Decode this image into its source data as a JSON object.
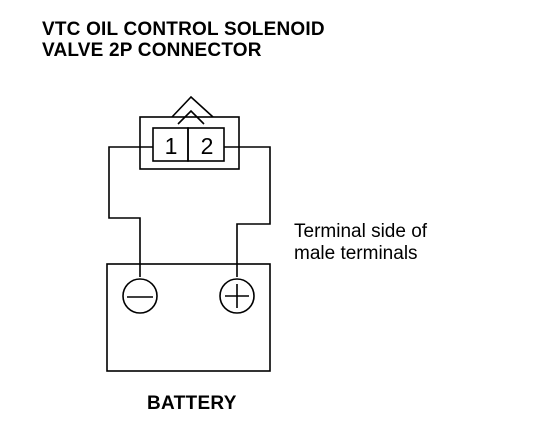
{
  "title": {
    "line1": "VTC OIL CONTROL SOLENOID",
    "line2": "VALVE 2P CONNECTOR"
  },
  "connector": {
    "pin1": "1",
    "pin2": "2"
  },
  "note": {
    "line1": "Terminal side of",
    "line2": "male terminals"
  },
  "battery": {
    "label": "BATTERY"
  },
  "icons": {
    "negative_terminal": "minus-icon",
    "positive_terminal": "plus-icon"
  },
  "colors": {
    "line": "#000000",
    "background": "#ffffff"
  }
}
